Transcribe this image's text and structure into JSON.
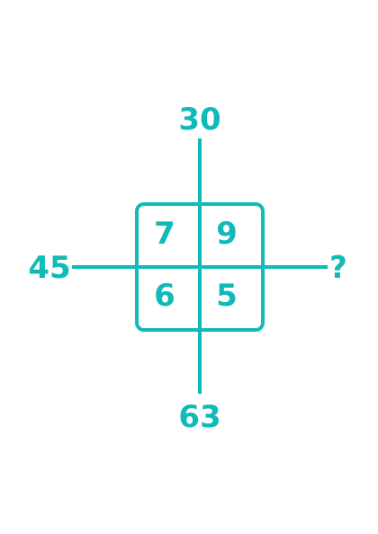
{
  "accent_color": "#0fbab8",
  "background_color": "#ffffff",
  "puzzle": {
    "top_value": "30",
    "bottom_value": "63",
    "left_value": "45",
    "right_value": "?",
    "cells": {
      "top_left": "7",
      "top_right": "9",
      "bottom_left": "6",
      "bottom_right": "5"
    }
  }
}
